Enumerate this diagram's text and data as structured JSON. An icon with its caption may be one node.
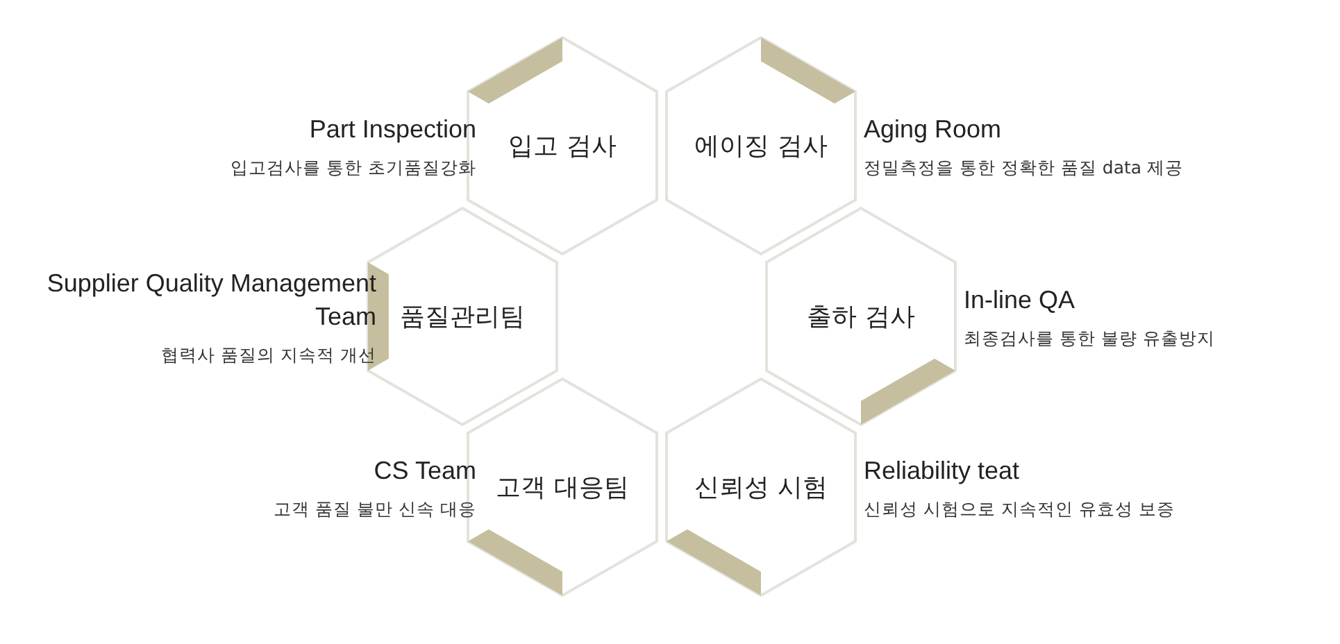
{
  "diagram": {
    "nodes": [
      {
        "text": [
          "입고 검사"
        ],
        "beside": [
          "Part Inspection",
          "입고검사를 통한 초기품질강화"
        ]
      },
      {
        "text": [
          "에이징 검사"
        ],
        "beside": [
          "Aging Room",
          "정밀측정을 통한 정확한 품질 data 제공"
        ]
      },
      {
        "text": [
          "품질관리팀"
        ],
        "beside": [
          "Supplier Quality Management Team",
          "협력사 품질의 지속적 개선"
        ]
      },
      {
        "text": [
          "출하 검사"
        ],
        "beside": [
          "In-line QA",
          "최종검사를 통한 불량 유출방지"
        ]
      },
      {
        "text": [
          "고객 대응팀"
        ],
        "beside": [
          "CS Team",
          "고객 품질 불만 신속 대응"
        ]
      },
      {
        "text": [
          "신뢰성 시험"
        ],
        "beside": [
          "Reliability teat",
          "신뢰성 시험으로 지속적인 유효성 보증"
        ]
      }
    ]
  }
}
